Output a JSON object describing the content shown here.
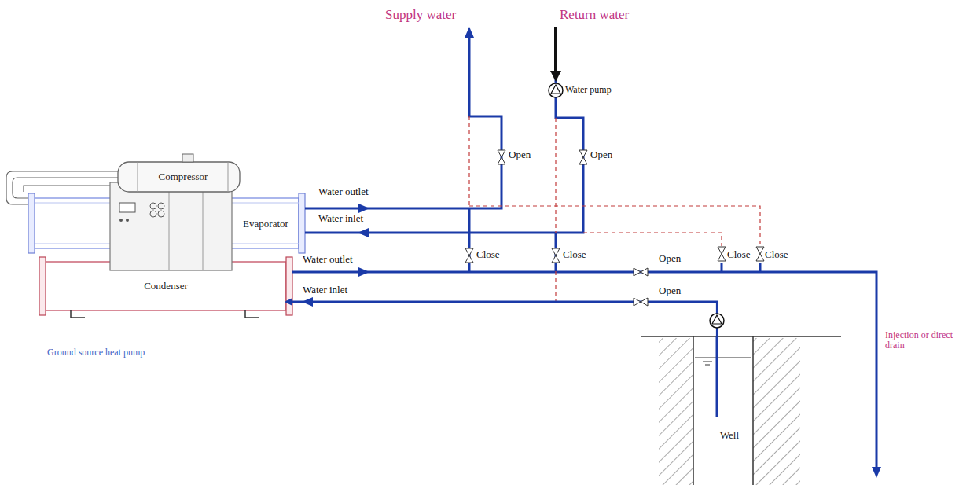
{
  "diagram": {
    "nodes": [
      {
        "text": [
          "Compressor"
        ]
      },
      {
        "text": [
          "Evaporator"
        ]
      },
      {
        "text": [
          "Condenser"
        ]
      },
      {
        "text": [
          "Well"
        ]
      }
    ],
    "edges": [
      {
        "from": 3,
        "to": 2,
        "arrow": "to"
      }
    ],
    "labels": [
      "Supply water",
      "Return water",
      "Water pump",
      "Open",
      "Open",
      "Water outlet",
      "Water inlet",
      "Water outlet",
      "Water inlet",
      "Close",
      "Close",
      "Close",
      "Close",
      "Open",
      "Open",
      "Ground source heat pump",
      "Injection or direct drain"
    ]
  }
}
